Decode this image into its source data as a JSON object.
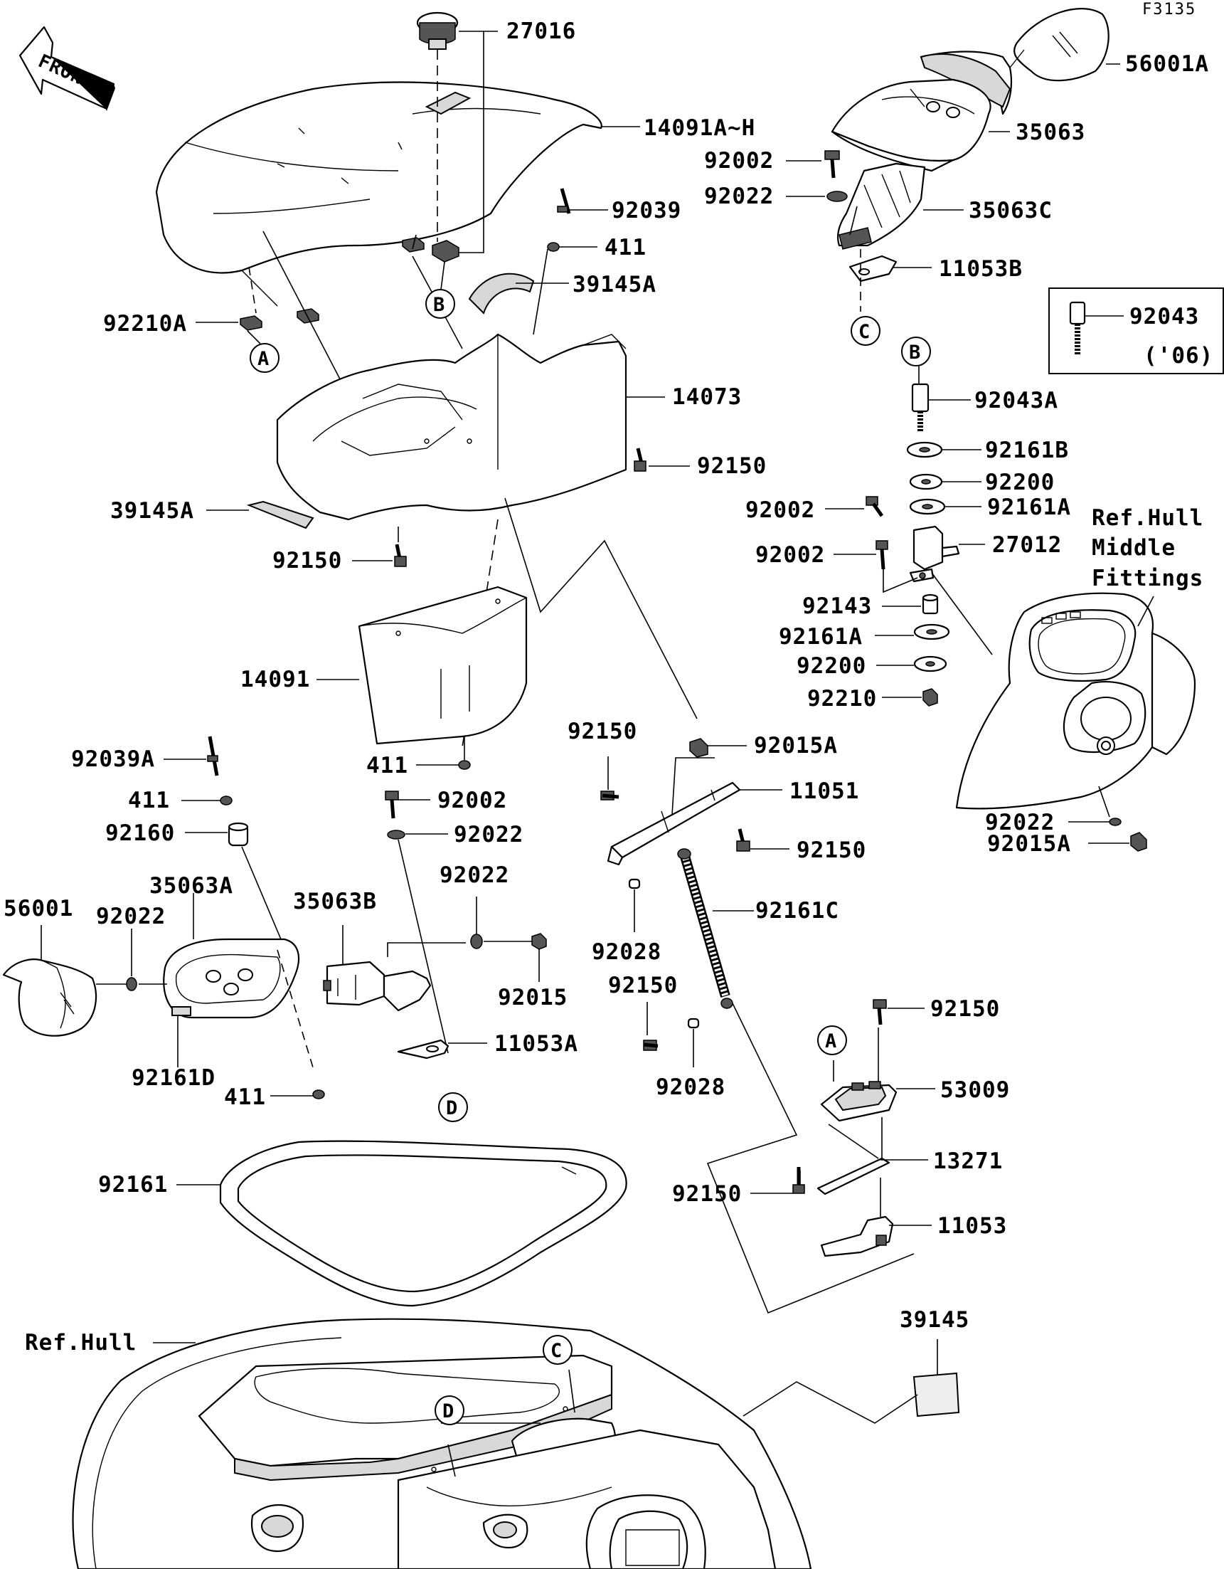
{
  "figure_code": "F3135",
  "front_arrow": {
    "text": "FRONT",
    "icon": "front-direction-arrow-icon"
  },
  "parts": [
    {
      "id": "p27016",
      "label": "27016"
    },
    {
      "id": "p14091AH",
      "label": "14091A~H"
    },
    {
      "id": "p92039",
      "label": "92039"
    },
    {
      "id": "p411a",
      "label": "411"
    },
    {
      "id": "p39145Aa",
      "label": "39145A"
    },
    {
      "id": "p92210A",
      "label": "92210A"
    },
    {
      "id": "p14073",
      "label": "14073"
    },
    {
      "id": "p92150a",
      "label": "92150"
    },
    {
      "id": "p39145Ab",
      "label": "39145A"
    },
    {
      "id": "p92150b",
      "label": "92150"
    },
    {
      "id": "p14091",
      "label": "14091"
    },
    {
      "id": "p411b",
      "label": "411"
    },
    {
      "id": "p92039A",
      "label": "92039A"
    },
    {
      "id": "p411c",
      "label": "411"
    },
    {
      "id": "p92160",
      "label": "92160"
    },
    {
      "id": "p35063A",
      "label": "35063A"
    },
    {
      "id": "p56001",
      "label": "56001"
    },
    {
      "id": "p92022a",
      "label": "92022"
    },
    {
      "id": "p92161D",
      "label": "92161D"
    },
    {
      "id": "p411d",
      "label": "411"
    },
    {
      "id": "p92002a",
      "label": "92002"
    },
    {
      "id": "p92022b",
      "label": "92022"
    },
    {
      "id": "p35063B",
      "label": "35063B"
    },
    {
      "id": "p92022c",
      "label": "92022"
    },
    {
      "id": "p92015",
      "label": "92015"
    },
    {
      "id": "p11053A",
      "label": "11053A"
    },
    {
      "id": "p92150c",
      "label": "92150"
    },
    {
      "id": "p92015Aa",
      "label": "92015A"
    },
    {
      "id": "p11051",
      "label": "11051"
    },
    {
      "id": "p92150d",
      "label": "92150"
    },
    {
      "id": "p92161C",
      "label": "92161C"
    },
    {
      "id": "p92028a",
      "label": "92028"
    },
    {
      "id": "p92150e",
      "label": "92150"
    },
    {
      "id": "p92028b",
      "label": "92028"
    },
    {
      "id": "p56001A",
      "label": "56001A"
    },
    {
      "id": "p35063",
      "label": "35063"
    },
    {
      "id": "p92002b",
      "label": "92002"
    },
    {
      "id": "p92022d",
      "label": "92022"
    },
    {
      "id": "p35063C",
      "label": "35063C"
    },
    {
      "id": "p11053B",
      "label": "11053B"
    },
    {
      "id": "p92043",
      "label": "92043"
    },
    {
      "id": "p92043year",
      "label": "('06)"
    },
    {
      "id": "p92043A",
      "label": "92043A"
    },
    {
      "id": "p92161B",
      "label": "92161B"
    },
    {
      "id": "p92200a",
      "label": "92200"
    },
    {
      "id": "p92002c",
      "label": "92002"
    },
    {
      "id": "p92161Aa",
      "label": "92161A"
    },
    {
      "id": "p92002d",
      "label": "92002"
    },
    {
      "id": "p27012",
      "label": "27012"
    },
    {
      "id": "p92143",
      "label": "92143"
    },
    {
      "id": "p92161Ab",
      "label": "92161A"
    },
    {
      "id": "p92200b",
      "label": "92200"
    },
    {
      "id": "p92210",
      "label": "92210"
    },
    {
      "id": "p92022e",
      "label": "92022"
    },
    {
      "id": "p92015Ab",
      "label": "92015A"
    },
    {
      "id": "p92150f",
      "label": "92150"
    },
    {
      "id": "p53009",
      "label": "53009"
    },
    {
      "id": "p13271",
      "label": "13271"
    },
    {
      "id": "p92150g",
      "label": "92150"
    },
    {
      "id": "p11053",
      "label": "11053"
    },
    {
      "id": "p39145",
      "label": "39145"
    },
    {
      "id": "p92161",
      "label": "92161"
    }
  ],
  "references": {
    "ref_hull_middle": [
      "Ref.Hull",
      "Middle",
      "Fittings"
    ],
    "ref_hull": "Ref.Hull"
  },
  "callouts": [
    {
      "id": "cA1",
      "letter": "A"
    },
    {
      "id": "cB1",
      "letter": "B"
    },
    {
      "id": "cC1",
      "letter": "C"
    },
    {
      "id": "cB2",
      "letter": "B"
    },
    {
      "id": "cD1",
      "letter": "D"
    },
    {
      "id": "cA2",
      "letter": "A"
    },
    {
      "id": "cC2",
      "letter": "C"
    },
    {
      "id": "cD2",
      "letter": "D"
    }
  ]
}
